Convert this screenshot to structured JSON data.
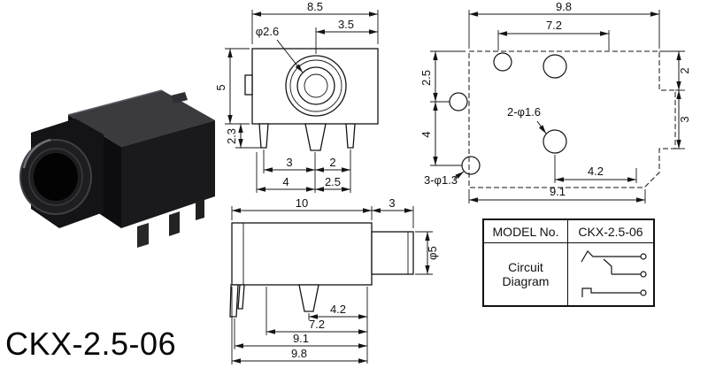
{
  "product": {
    "name": "CKX-2.5-06"
  },
  "front_view": {
    "dim_total_width": "8.5",
    "dim_jack_offset": "3.5",
    "dim_jack_hole": "φ2.6",
    "dim_body_height": "5",
    "dim_pin_length": "2.3",
    "dim_pin_pitch_left": "3",
    "dim_pin_pitch_right": "2",
    "dim_pin_span_left": "4",
    "dim_pin_span_right": "2.5"
  },
  "pcb_layout": {
    "dim_total_width": "9.8",
    "dim_pad_span": "7.2",
    "dim_top_offset": "2.5",
    "dim_left_offset": "4",
    "label_large_holes": "2-φ1.6",
    "label_small_holes": "3-φ1.3",
    "dim_hole_offset": "4.2",
    "dim_bottom_span": "9.1",
    "dim_right_step_top": "2",
    "dim_right_step_bottom": "3"
  },
  "side_view": {
    "dim_body_length": "10",
    "dim_barrel_length": "3",
    "dim_barrel_diameter": "φ5",
    "dim_pin_offset_a": "4.2",
    "dim_pin_offset_b": "7.2",
    "dim_pin_offset_c": "9.1",
    "dim_pin_offset_d": "9.8"
  },
  "spec_table": {
    "model_label": "MODEL No.",
    "model_value": "CKX-2.5-06",
    "circuit_line1": "Circuit",
    "circuit_line2": "Diagram"
  },
  "footer": {
    "part_number": "CKX-2.5-06"
  }
}
